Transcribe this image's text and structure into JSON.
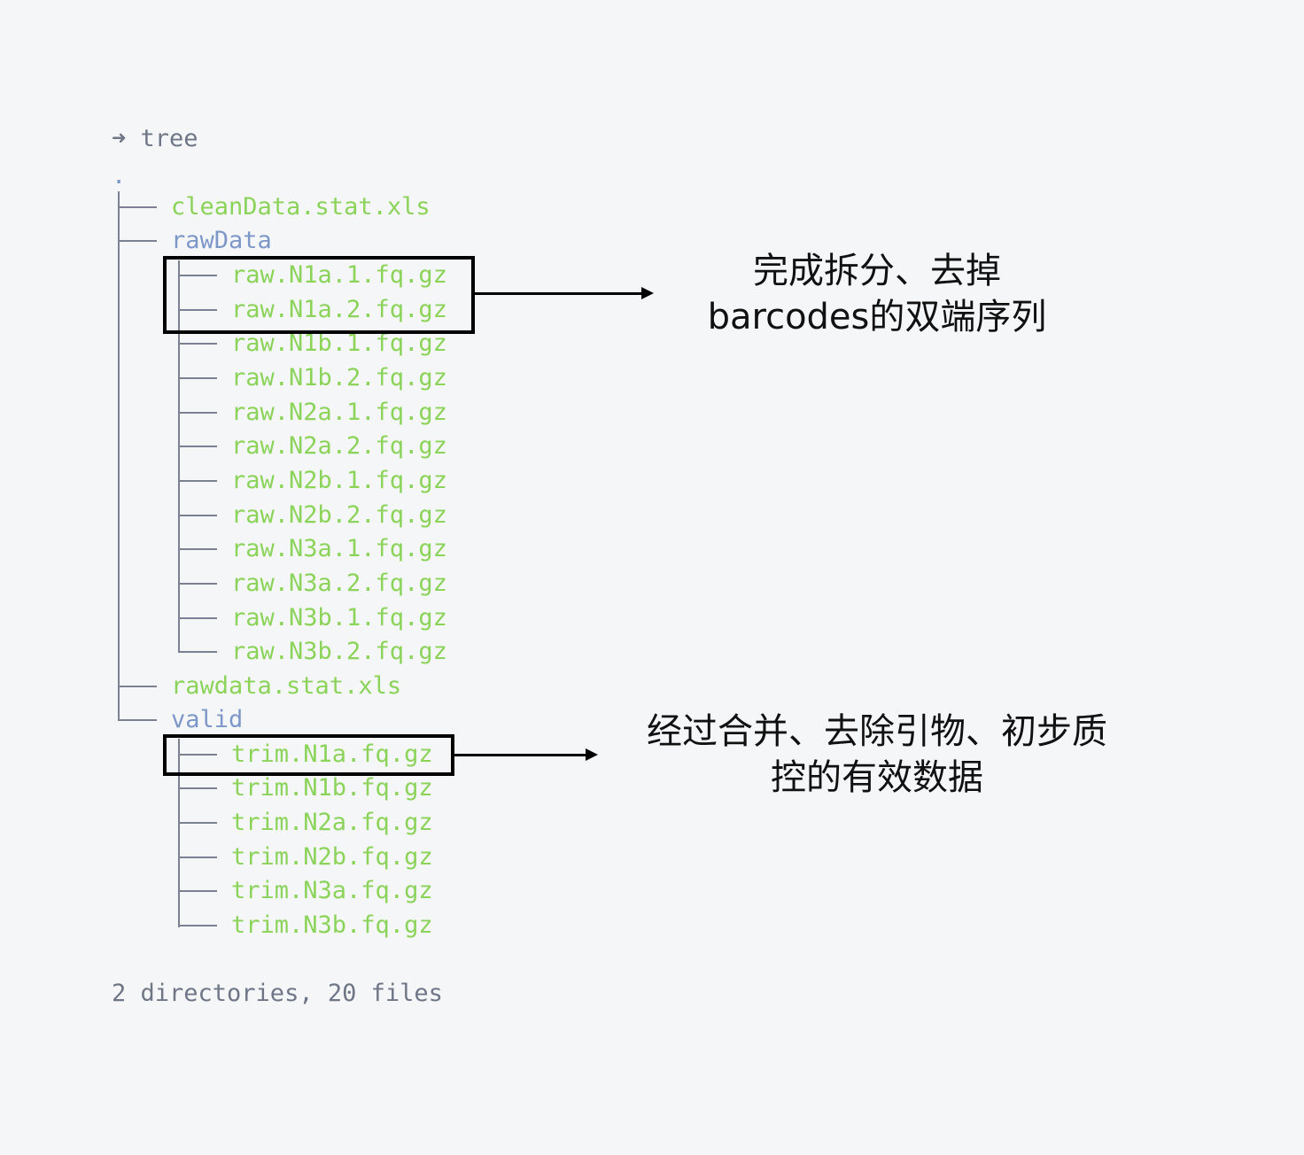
{
  "prompt": {
    "arrow": "➜",
    "command": "tree"
  },
  "root": ".",
  "entries": {
    "cleanData": "cleanData.stat.xls",
    "rawData": "rawData",
    "raw_files": [
      "raw.N1a.1.fq.gz",
      "raw.N1a.2.fq.gz",
      "raw.N1b.1.fq.gz",
      "raw.N1b.2.fq.gz",
      "raw.N2a.1.fq.gz",
      "raw.N2a.2.fq.gz",
      "raw.N2b.1.fq.gz",
      "raw.N2b.2.fq.gz",
      "raw.N3a.1.fq.gz",
      "raw.N3a.2.fq.gz",
      "raw.N3b.1.fq.gz",
      "raw.N3b.2.fq.gz"
    ],
    "rawdata_stat": "rawdata.stat.xls",
    "valid": "valid",
    "trim_files": [
      "trim.N1a.fq.gz",
      "trim.N1b.fq.gz",
      "trim.N2a.fq.gz",
      "trim.N2b.fq.gz",
      "trim.N3a.fq.gz",
      "trim.N3b.fq.gz"
    ]
  },
  "summary": "2 directories, 20 files",
  "annotations": {
    "raw": {
      "line1": "完成拆分、去掉",
      "line2": "barcodes的双端序列"
    },
    "valid": {
      "line1": "经过合并、去除引物、初步质",
      "line2": "控的有效数据"
    }
  },
  "colors": {
    "file": "#8bd35a",
    "directory": "#7d97c9",
    "text": "#6f7686",
    "background": "#f5f6f8"
  }
}
